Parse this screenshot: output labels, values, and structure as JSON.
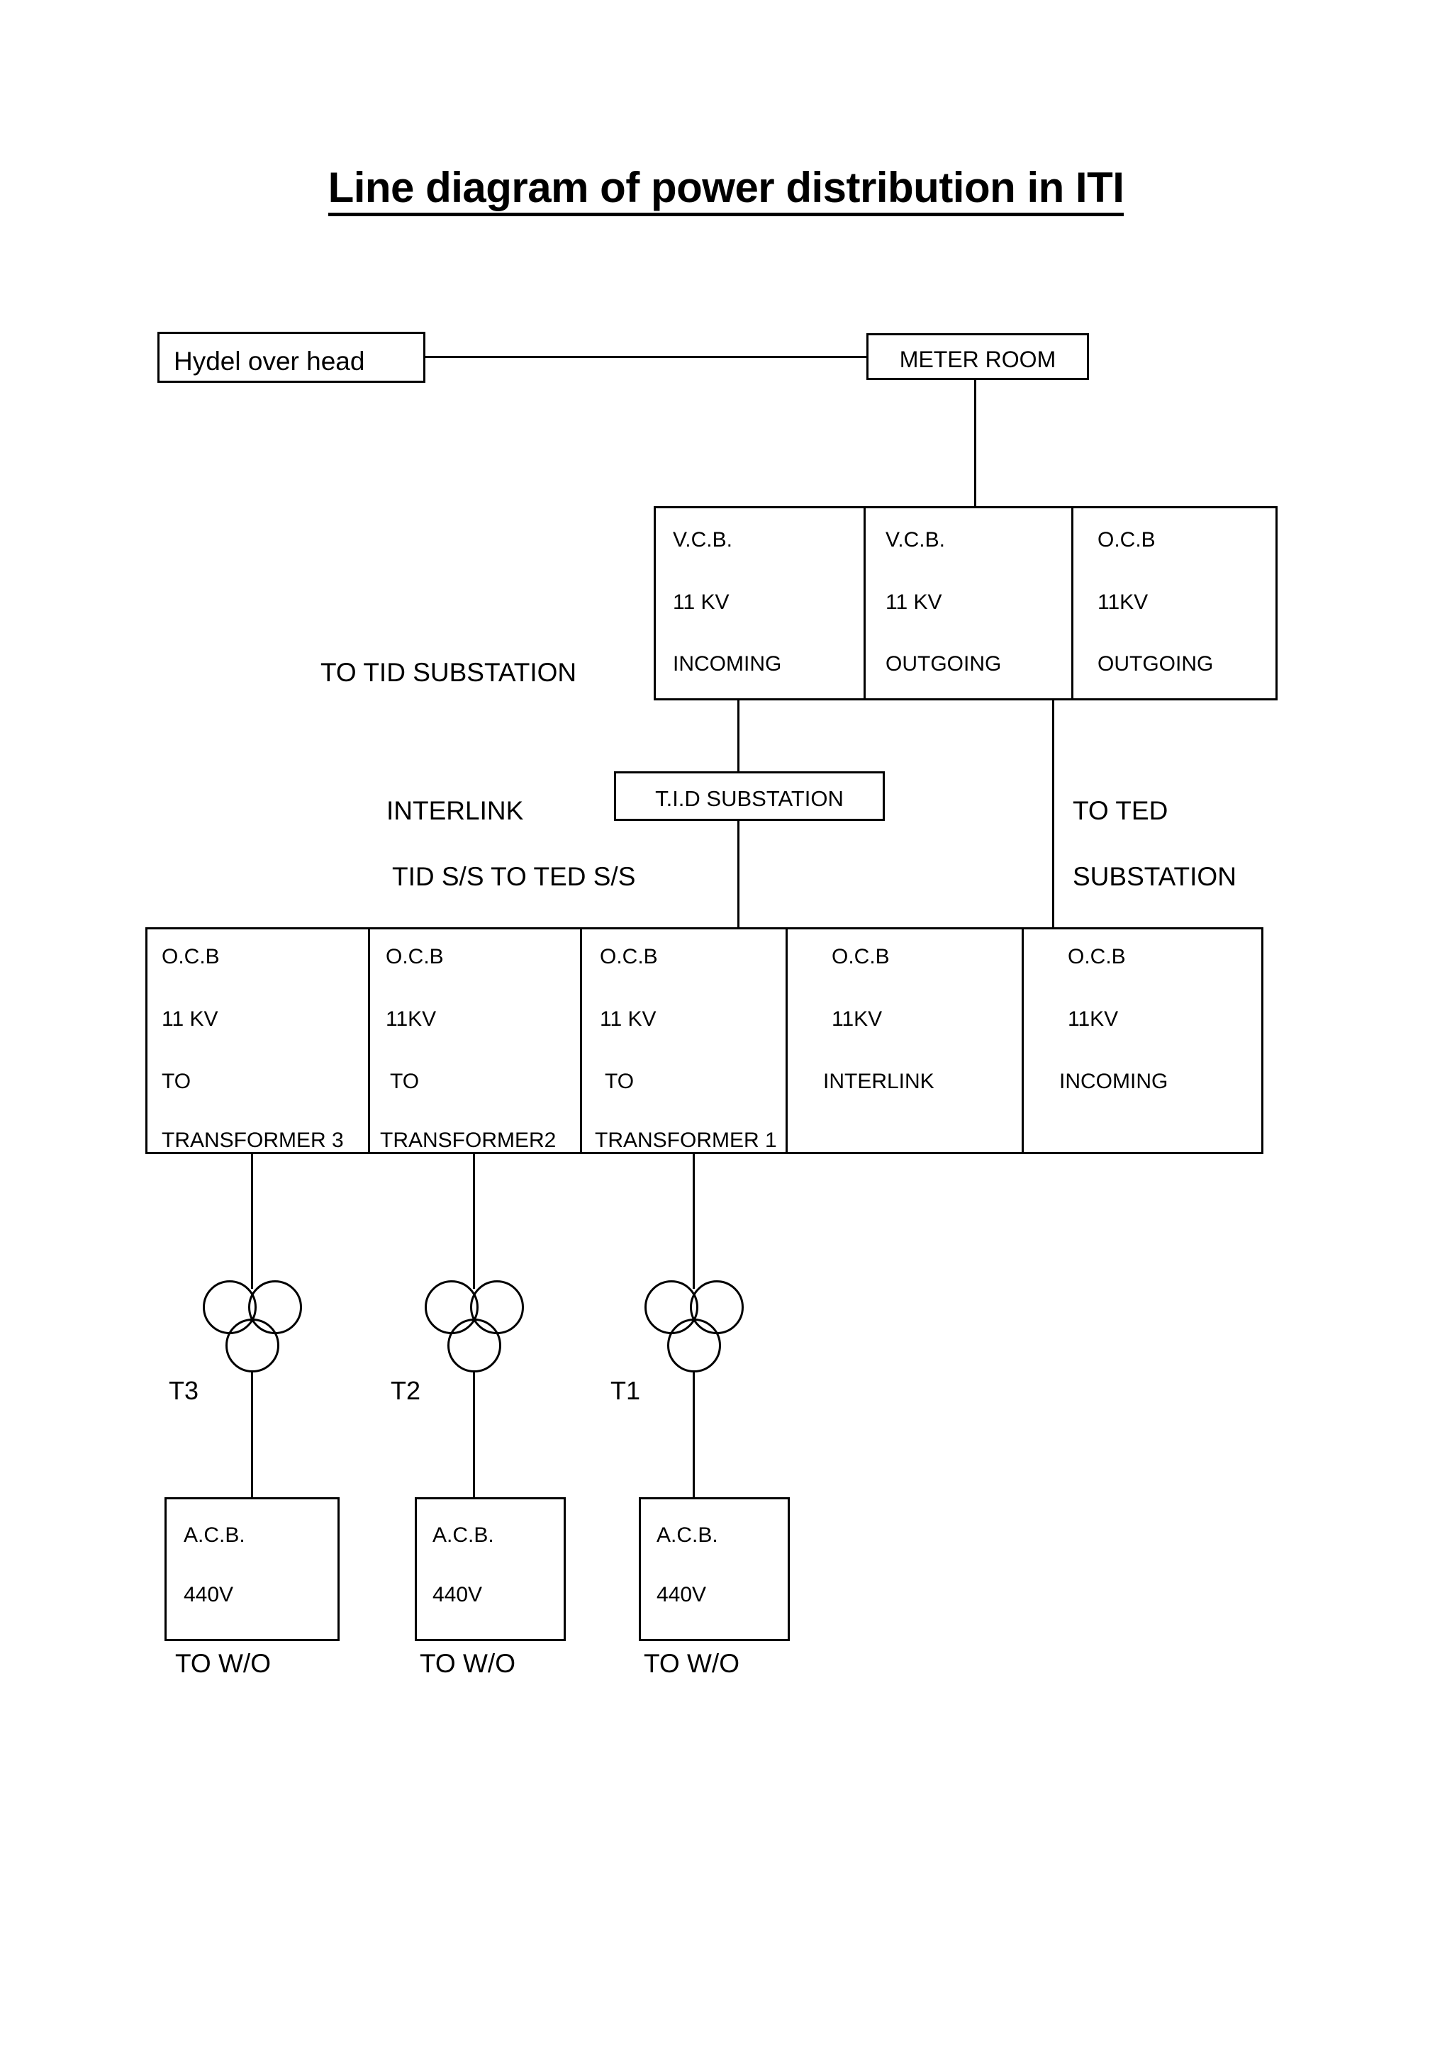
{
  "title": "Line diagram of power distribution in ITI",
  "source": {
    "label": "Hydel over head"
  },
  "meter_room": {
    "label": "METER ROOM"
  },
  "hv_panel": {
    "cells": [
      {
        "line1": "V.C.B.",
        "line2": "11 KV",
        "line3": "INCOMING"
      },
      {
        "line1": "V.C.B.",
        "line2": "11 KV",
        "line3": "OUTGOING"
      },
      {
        "line1": "O.C.B",
        "line2": "11KV",
        "line3": "OUTGOING"
      }
    ]
  },
  "tid_substation": {
    "label": "T.I.D SUBSTATION"
  },
  "annotations": {
    "to_tid_substation": "TO TID SUBSTATION",
    "interlink": "INTERLINK",
    "tid_to_ted": "TID S/S TO TED S/S",
    "to_ted_line1": "TO TED",
    "to_ted_line2": "SUBSTATION"
  },
  "ocb_panel": {
    "cells": [
      {
        "line1": "O.C.B",
        "line2": "11 KV",
        "line3": "TO",
        "line4": "TRANSFORMER 3"
      },
      {
        "line1": "O.C.B",
        "line2": "11KV",
        "line3": "TO",
        "line4": "TRANSFORMER2"
      },
      {
        "line1": "O.C.B",
        "line2": "11 KV",
        "line3": "TO",
        "line4": "TRANSFORMER 1"
      },
      {
        "line1": "O.C.B",
        "line2": "11KV",
        "line3": "INTERLINK",
        "line4": ""
      },
      {
        "line1": "O.C.B",
        "line2": "11KV",
        "line3": "INCOMING",
        "line4": ""
      }
    ]
  },
  "transformers": [
    {
      "label": "T3"
    },
    {
      "label": "T2"
    },
    {
      "label": "T1"
    }
  ],
  "acb_units": [
    {
      "line1": "A.C.B.",
      "line2": "440V",
      "outgoing": "TO W/O"
    },
    {
      "line1": "A.C.B.",
      "line2": "440V",
      "outgoing": "TO W/O"
    },
    {
      "line1": "A.C.B.",
      "line2": "440V",
      "outgoing": "TO W/O"
    }
  ],
  "colors": {
    "stroke": "#000000",
    "background": "#ffffff"
  }
}
